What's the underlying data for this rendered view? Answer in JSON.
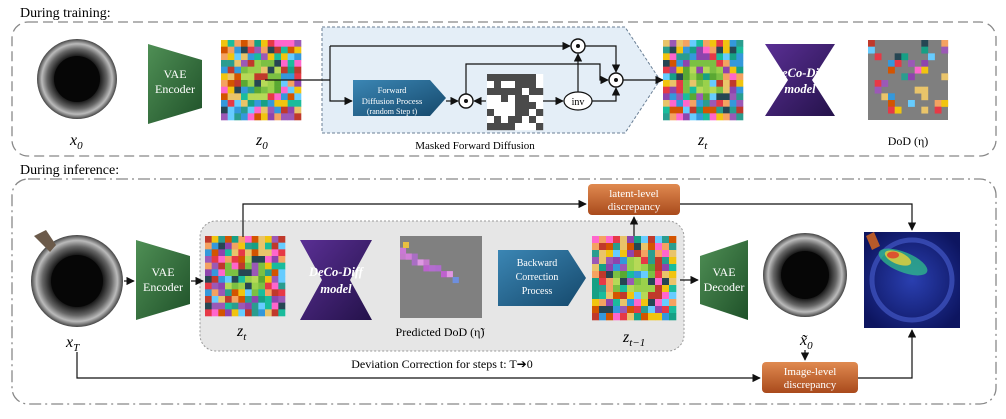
{
  "sections": {
    "training": {
      "heading": "During training:",
      "x0_label": "x",
      "x0_sub": "0",
      "encoder_line1": "VAE",
      "encoder_line2": "Encoder",
      "z0_label": "z",
      "z0_sub": "0",
      "forward_line1": "Forward",
      "forward_line2": "Diffusion Process",
      "forward_line3": "(random Step t)",
      "inv_label": "inv",
      "masked_caption": "Masked Forward Diffusion",
      "zt_label": "z",
      "zt_sub": "t",
      "model_line1": "DeCo-Diff",
      "model_line2": "model",
      "dod_label": "DoD (η)"
    },
    "inference": {
      "heading": "During inference:",
      "xT_label": "x",
      "xT_sub": "T",
      "encoder_line1": "VAE",
      "encoder_line2": "Encoder",
      "zt_label": "z",
      "zt_sub": "t",
      "model_line1": "DeCo-Diff",
      "model_line2": "model",
      "pred_dod_label": "Predicted DoD (η̃)",
      "backward_line1": "Backward",
      "backward_line2": "Correction",
      "backward_line3": "Process",
      "ztm1_label": "z",
      "ztm1_sub": "t−1",
      "decoder_line1": "VAE",
      "decoder_line2": "Decoder",
      "x0tilde_label": "x̃",
      "x0tilde_sub": "0",
      "latent_disc_line1": "latent-level",
      "latent_disc_line2": "discrepancy",
      "image_disc_line1": "Image-level",
      "image_disc_line2": "discrepancy",
      "loop_caption": "Deviation Correction for steps t: T➔0"
    }
  },
  "colors": {
    "vae_green": "#2f6b3a",
    "model_purple": "#3d1f6e",
    "process_blue": "#1f5f86",
    "discrepancy_orange": "#c8612a",
    "masked_bg": "#e4eef7"
  }
}
